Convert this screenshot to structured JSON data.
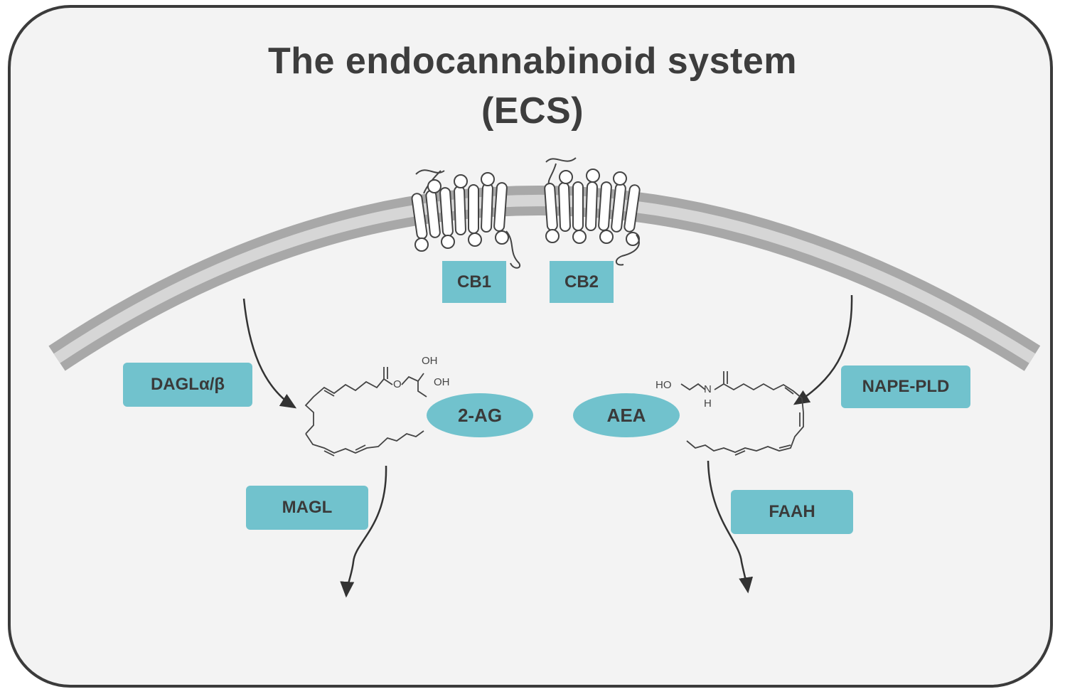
{
  "title": {
    "line1": "The endocannabinoid system",
    "line2": "(ECS)"
  },
  "receptors": {
    "cb1": "CB1",
    "cb2": "CB2"
  },
  "enzymes": {
    "dagl": "DAGLα/β",
    "magl": "MAGL",
    "nape_pld": "NAPE-PLD",
    "faah": "FAAH"
  },
  "ligands": {
    "two_ag": "2-AG",
    "aea": "AEA"
  },
  "atoms": {
    "oh_top": "OH",
    "oh_bottom": "OH",
    "o_ester": "O",
    "ho": "HO",
    "n": "N",
    "h": "H"
  },
  "colors": {
    "label_fill": "#71c2cd",
    "membrane_dark": "#a8a8a8",
    "membrane_light": "#d6d6d6",
    "frame_border": "#3b3b3b",
    "background": "#f3f3f3"
  }
}
